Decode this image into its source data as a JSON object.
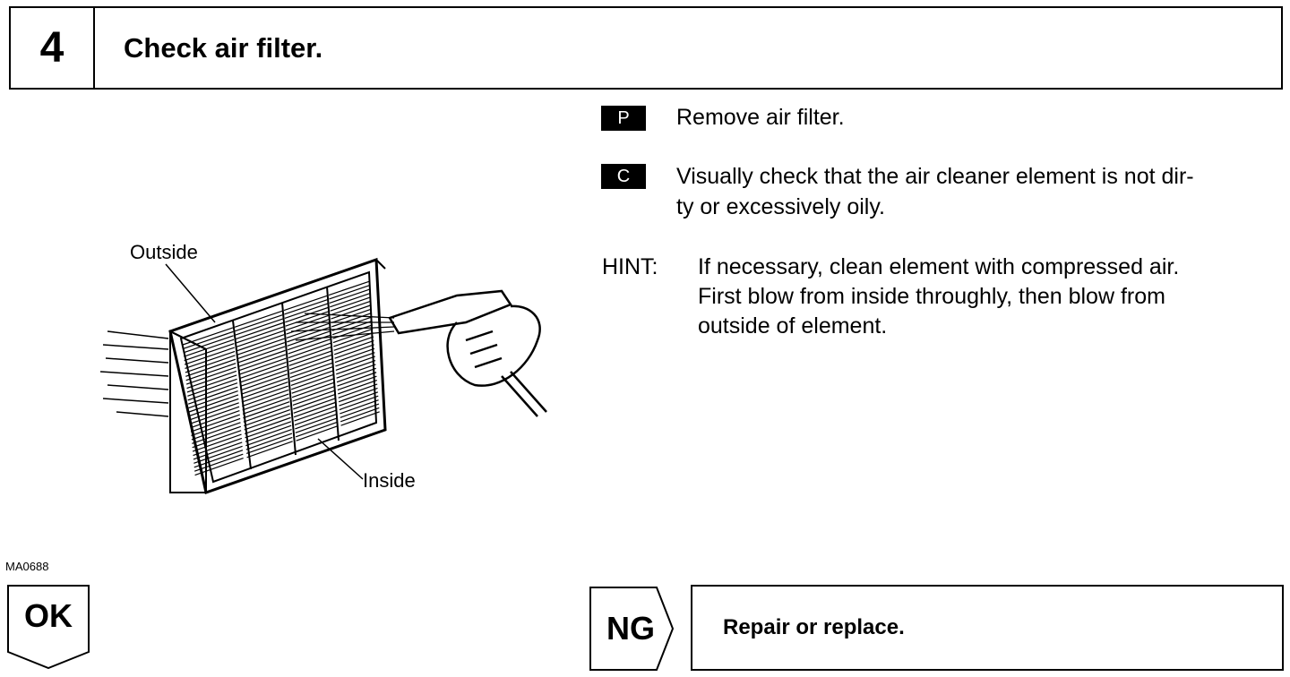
{
  "header": {
    "step_number": "4",
    "title": "Check air filter."
  },
  "figure": {
    "label_outside": "Outside",
    "label_inside": "Inside",
    "code": "MA0688"
  },
  "instructions": [
    {
      "badge": "P",
      "text_lines": [
        "Remove air filter."
      ]
    },
    {
      "badge": "C",
      "text_lines": [
        "Visually check that the air cleaner element is not dir-",
        "ty or excessively oily."
      ]
    }
  ],
  "hint": {
    "label": "HINT:",
    "lines": [
      "If necessary, clean element with compressed air.",
      "First blow from inside throughly, then blow from",
      "outside of element."
    ]
  },
  "results": {
    "ok_label": "OK",
    "ng_label": "NG",
    "ng_action": "Repair or replace."
  }
}
